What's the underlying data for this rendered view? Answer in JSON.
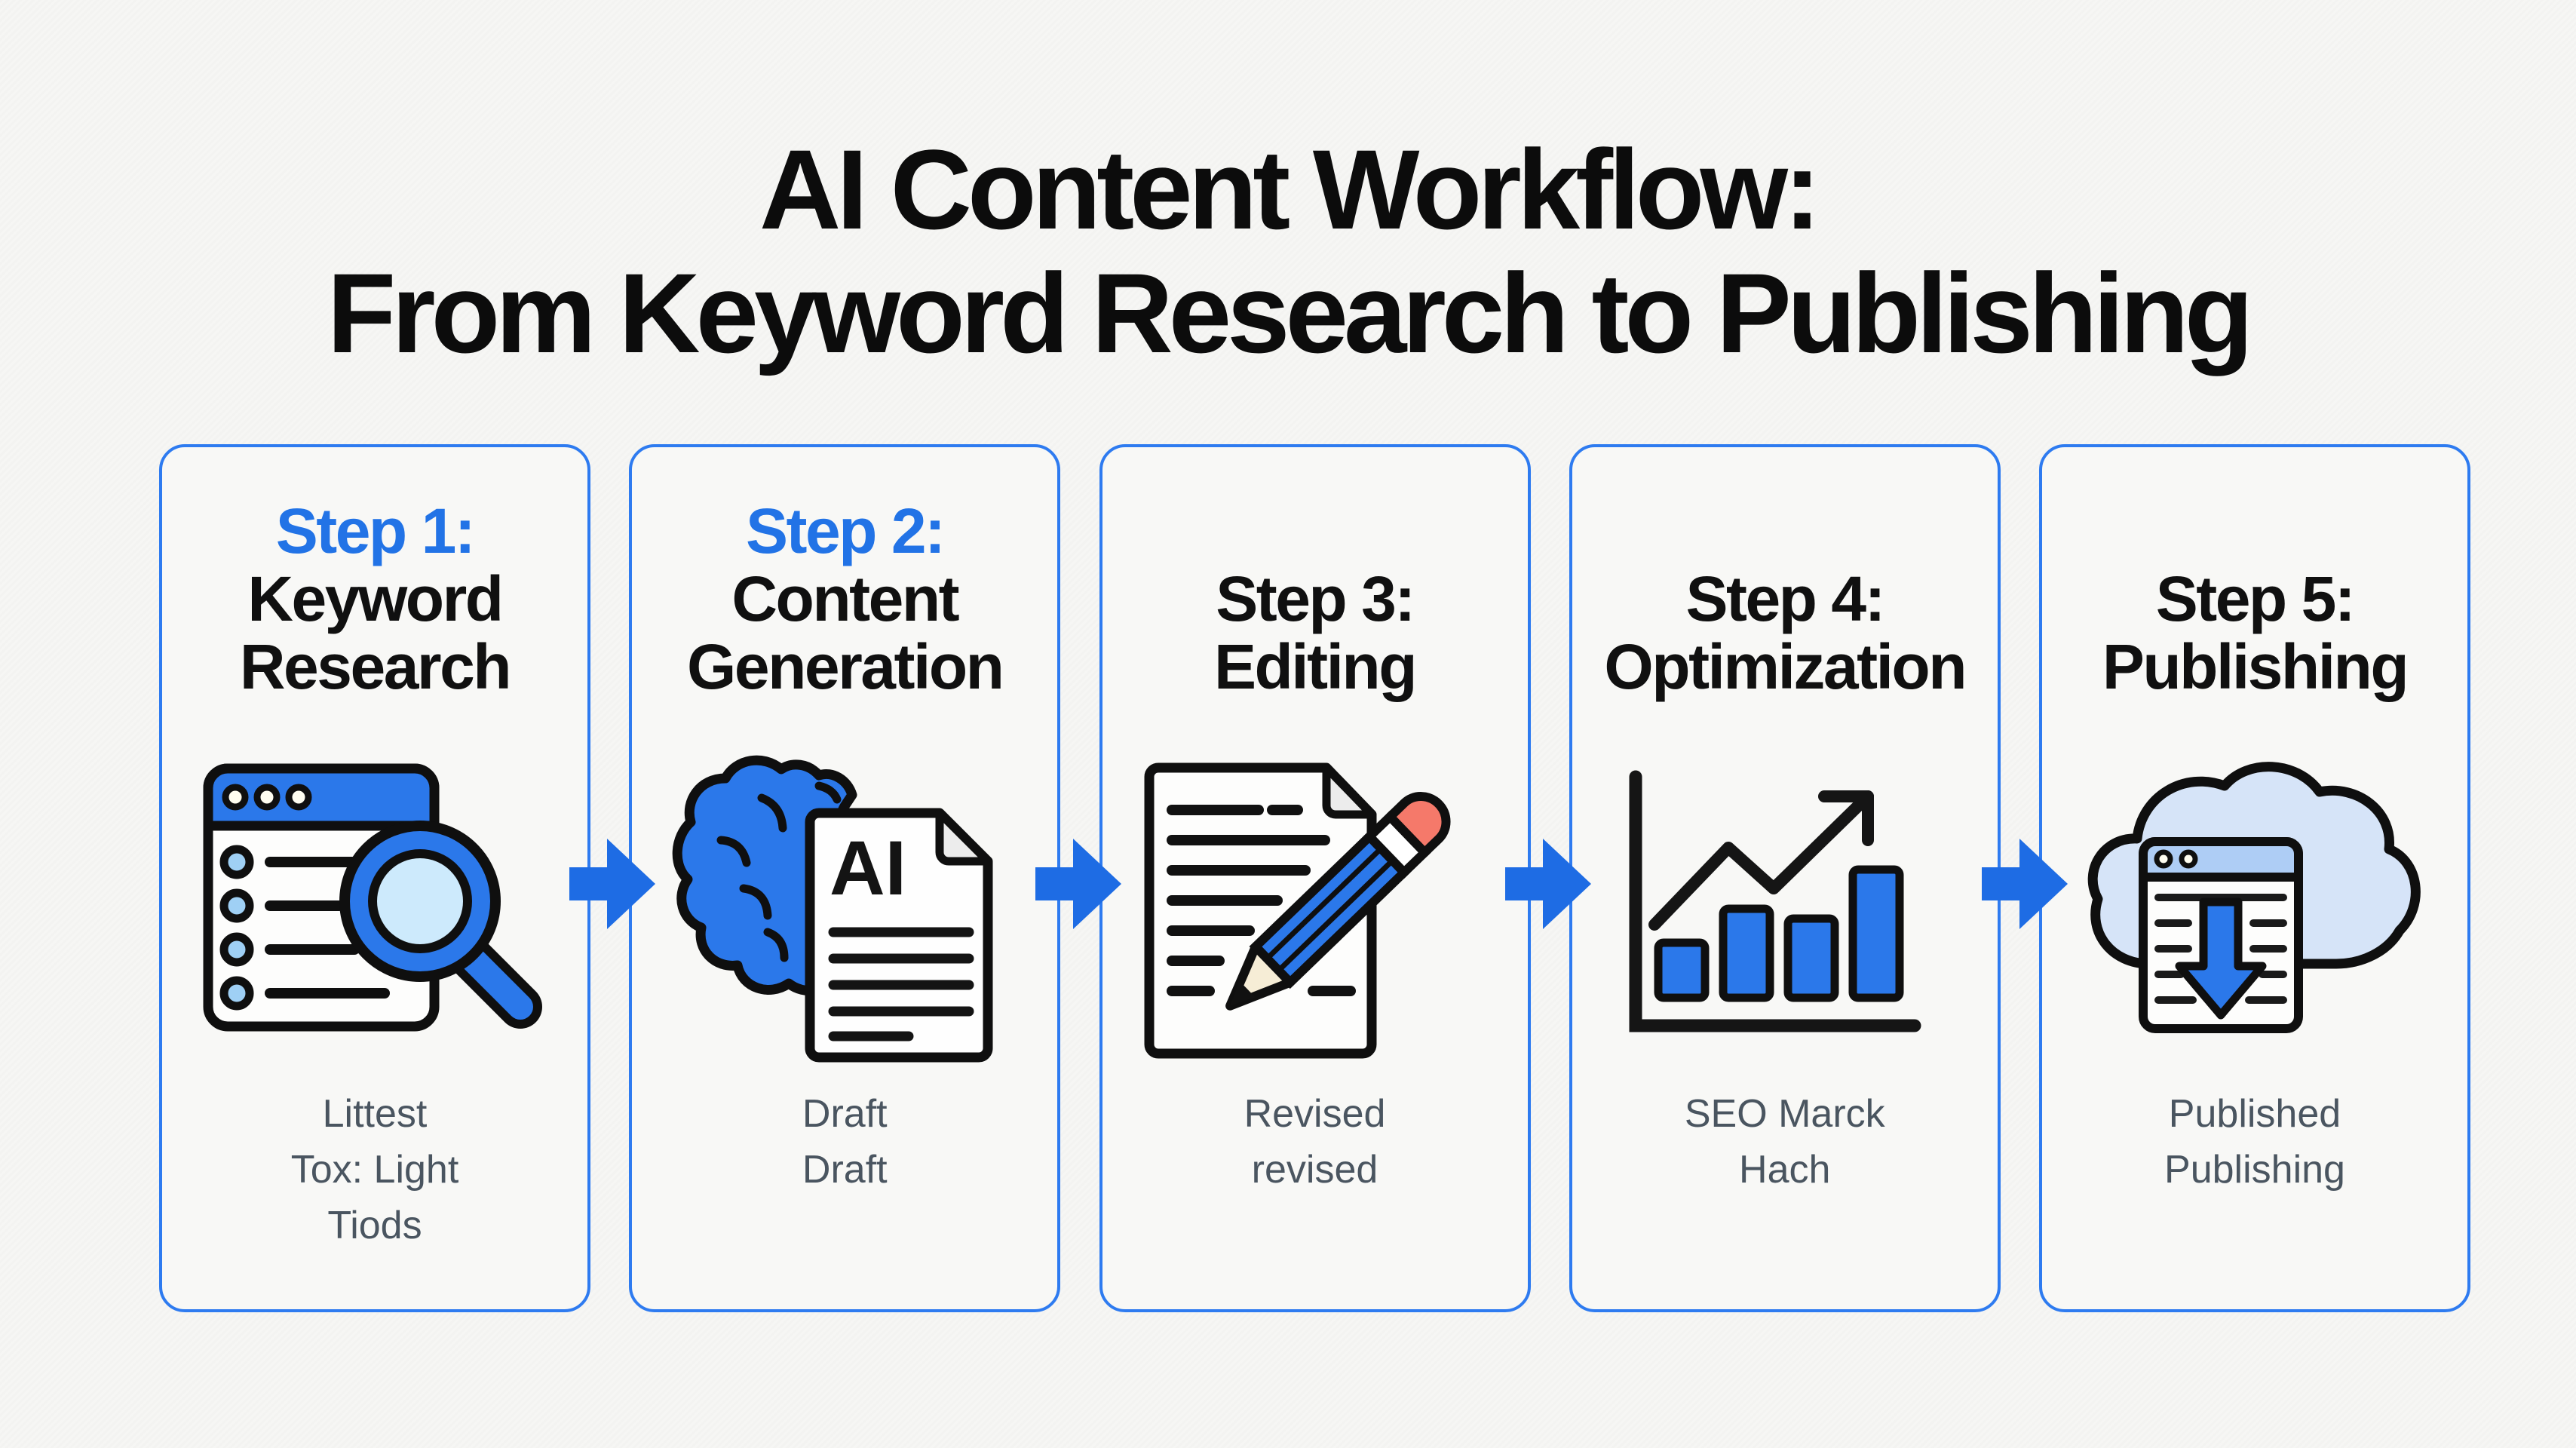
{
  "title": {
    "line1": "AI Content Workflow:",
    "line2": "From Keyword Research to Publishing"
  },
  "colors": {
    "accent_blue": "#2273e6",
    "arrow_blue": "#1e6ce4",
    "border_blue": "#2e7bf0",
    "heading_black": "#101010",
    "caption_gray": "#4a5560",
    "icon_blue": "#2b78ea",
    "icon_light_blue": "#cdeafc",
    "cloud_light_blue": "#d6e4f8",
    "eraser_salmon": "#f5796a",
    "background": "#f6f6f4"
  },
  "steps": [
    {
      "step_label": "Step 1:",
      "step_label_color": "blue",
      "title": "Keyword Research",
      "icon": "keyword-research-icon",
      "caption": "Littest\nTox: Light\nTiods"
    },
    {
      "step_label": "Step 2:",
      "step_label_color": "blue",
      "title": "Content Generation",
      "icon": "ai-brain-document-icon",
      "caption": "Draft\nDraft"
    },
    {
      "step_label": "Step 3:",
      "step_label_color": "black",
      "title": "Editing",
      "icon": "document-pencil-icon",
      "caption": "Revised\nrevised"
    },
    {
      "step_label": "Step 4:",
      "step_label_color": "black",
      "title": "Optimization",
      "icon": "seo-growth-chart-icon",
      "caption": "SEO Marck\nHach"
    },
    {
      "step_label": "Step 5:",
      "step_label_color": "black",
      "title": "Publishing",
      "icon": "cloud-publish-icon",
      "caption": "Published\nPublishing"
    }
  ]
}
